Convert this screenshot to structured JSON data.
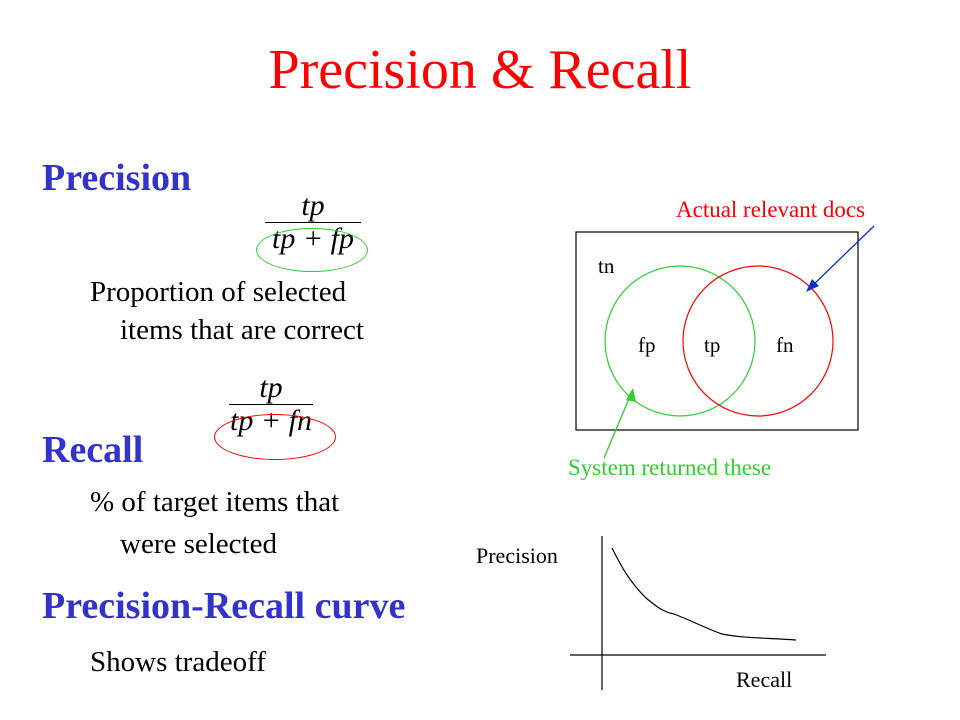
{
  "colors": {
    "title": "#ff0000",
    "heading": "#3333cc",
    "system": "#33cc33",
    "relevant": "#ff0000",
    "annotation_blue": "#0033cc"
  },
  "title": "Precision & Recall",
  "precision": {
    "heading": "Precision",
    "formula": {
      "numerator": "tp",
      "denominator": "tp + fp"
    },
    "description_line1": "Proportion  of selected",
    "description_line2": "items that are correct"
  },
  "recall": {
    "heading": "Recall",
    "formula": {
      "numerator": "tp",
      "denominator": "tp + fn"
    },
    "description_line1": "% of target items that",
    "description_line2": "were selected"
  },
  "pr_curve": {
    "heading": "Precision-Recall curve",
    "description": "Shows tradeoff"
  },
  "venn": {
    "tn": "tn",
    "fp": "fp",
    "tp": "tp",
    "fn": "fn",
    "relevant_label": "Actual relevant docs",
    "system_label": "System returned these"
  },
  "plot": {
    "ylabel": "Precision",
    "xlabel": "Recall"
  }
}
